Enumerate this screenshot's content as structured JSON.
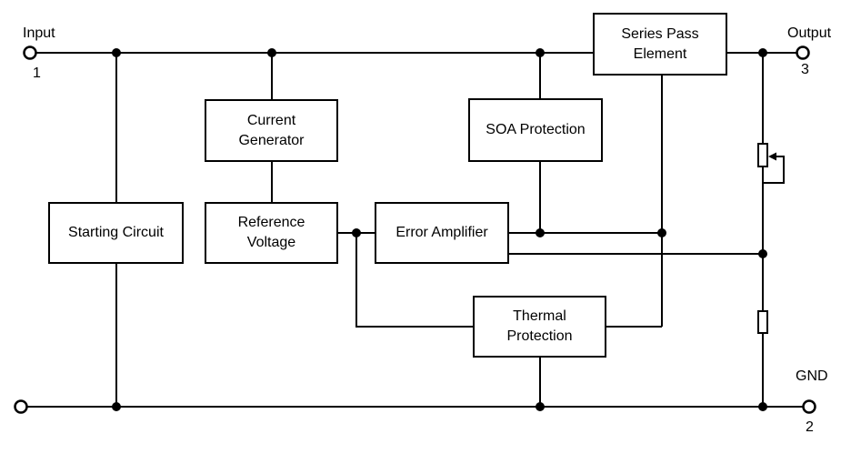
{
  "terminals": {
    "input": {
      "label": "Input",
      "pin": "1"
    },
    "output": {
      "label": "Output",
      "pin": "3"
    },
    "ground": {
      "label": "GND",
      "pin": "2"
    }
  },
  "blocks": {
    "series_pass": {
      "label": "Series Pass\nElement"
    },
    "current_generator": {
      "label": "Current\nGenerator"
    },
    "soa_protection": {
      "label": "SOA Protection"
    },
    "starting_circuit": {
      "label": "Starting Circuit"
    },
    "reference_voltage": {
      "label": "Reference\nVoltage"
    },
    "error_amplifier": {
      "label": "Error Amplifier"
    },
    "thermal_protection": {
      "label": "Thermal\nProtection"
    }
  },
  "symbols": {
    "potentiometer": "potentiometer-rheostat-symbol",
    "resistor": "resistor-symbol",
    "wiper_arrow": "wiper-arrow-icon"
  },
  "colors": {
    "line": "#000000",
    "background": "#ffffff",
    "text": "#000000"
  }
}
